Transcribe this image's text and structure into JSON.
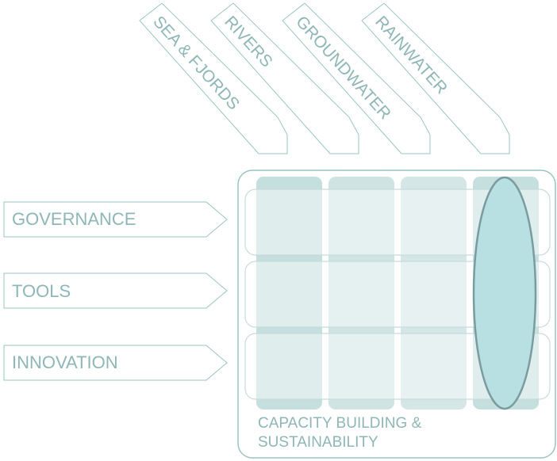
{
  "colors": {
    "stroke": "#9cc3c3",
    "column_fill": "#c5dede",
    "row_stroke": "#c8dcdc",
    "highlight_fill": "#b8e0e2",
    "highlight_stroke": "#7a9c9e",
    "text": "#8fb6b6"
  },
  "water_sources": [
    "SEA & FJORDS",
    "RIVERS",
    "GROUNDWATER",
    "RAINWATER"
  ],
  "themes": [
    "GOVERNANCE",
    "TOOLS",
    "INNOVATION"
  ],
  "footer": {
    "line1": "CAPACITY BUILDING &",
    "line2": "SUSTAINABILITY"
  },
  "highlighted_source": "RAINWATER"
}
